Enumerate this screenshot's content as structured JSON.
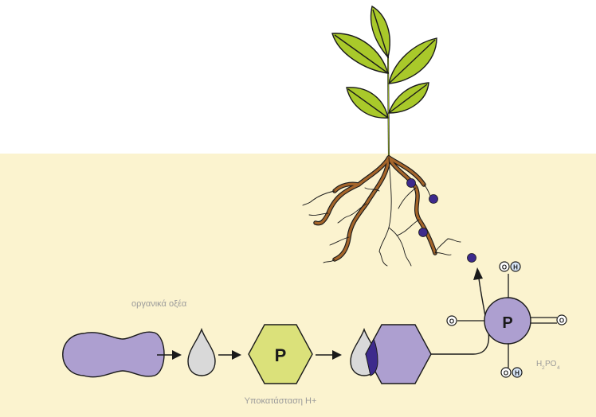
{
  "labels": {
    "organic_acids": "οργανικά οξέα",
    "substitution": "Υποκατάσταση H+",
    "phosphorus": "P",
    "phosphorus_center": "P",
    "formula_h": "H",
    "formula_sub2": "2",
    "formula_po": "PO",
    "formula_sub4": "4",
    "oxygen": "O",
    "hydrogen": "H"
  },
  "colors": {
    "soil": "#fbf3cf",
    "leaf": "#a9c92a",
    "leaf_stroke": "#1a1a1a",
    "root": "#a5652a",
    "organic_acid": "#ad9fd0",
    "drop": "#d9d9d9",
    "phosphate_hex": "#dbe17a",
    "dark_purple": "#3d2a8c",
    "label_gray": "#9a9a9a"
  }
}
